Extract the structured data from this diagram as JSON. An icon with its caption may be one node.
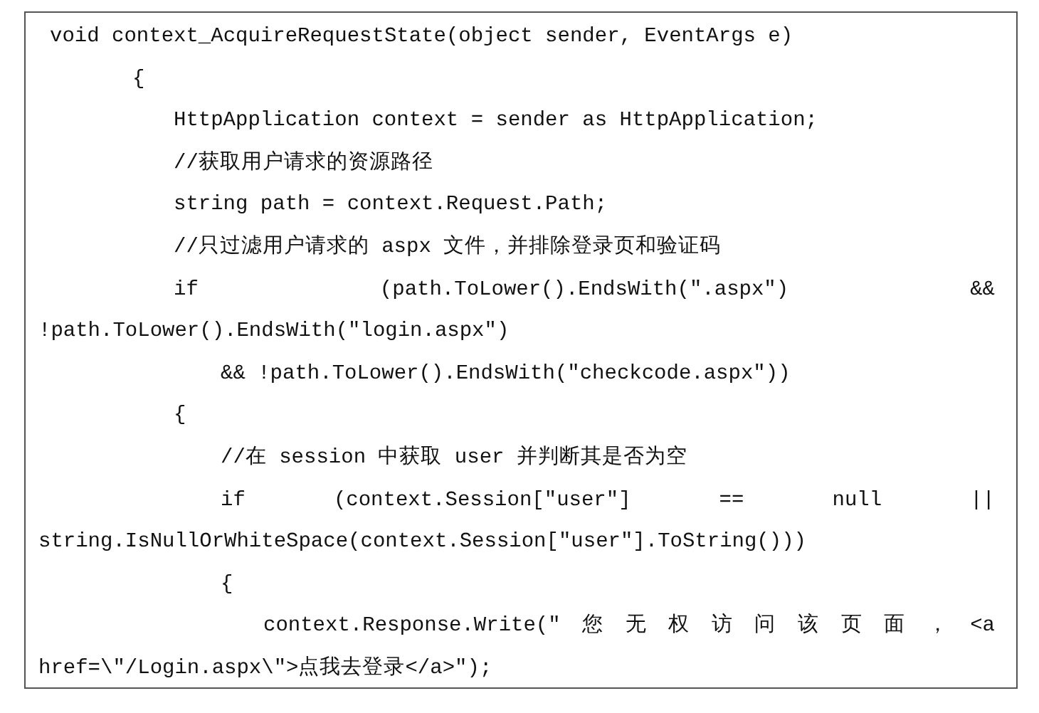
{
  "diagram": {
    "labels": [
      "void context_AcquireRequestState(object sender, EventArgs e)",
      "{",
      "HttpApplication context = sender as HttpApplication;",
      "//获取用户请求的资源路径",
      "string path = context.Request.Path;",
      "//只过滤用户请求的 aspx 文件，并排除登录页和验证码",
      "if (path.ToLower().EndsWith(\".aspx\") && !path.ToLower().EndsWith(\"login.aspx\")",
      "&& !path.ToLower().EndsWith(\"checkcode.aspx\"))",
      "{",
      "//在 session 中获取 user 并判断其是否为空",
      "if (context.Session[\"user\"] == null || string.IsNullOrWhiteSpace(context.Session[\"user\"].ToString()))",
      "{",
      "context.Response.Write(\"您无权访问该页面，<a href=\\\"/Login.aspx\\\">点我去登录</a>\");"
    ]
  }
}
